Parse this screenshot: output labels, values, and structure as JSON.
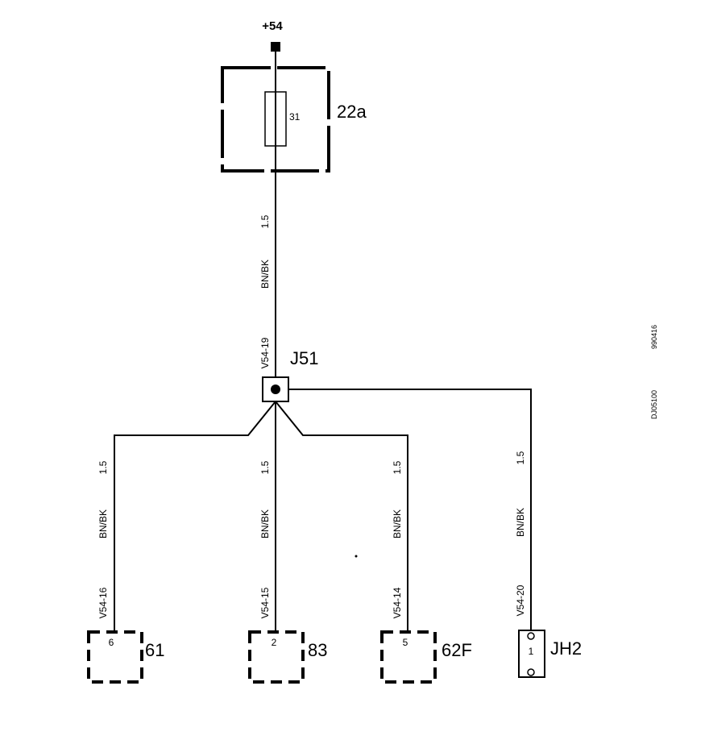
{
  "supply": {
    "label": "+54"
  },
  "fuse_box": {
    "label": "22a",
    "fuse_number": "31"
  },
  "wire_gauge": "1.5",
  "wire_color": "BN/BK",
  "junction": {
    "label": "J51",
    "pin": "V54-19"
  },
  "branches": [
    {
      "pin": "V54-16",
      "component_pin": "6",
      "component": "61"
    },
    {
      "pin": "V54-15",
      "component_pin": "2",
      "component": "83"
    },
    {
      "pin": "V54-14",
      "component_pin": "5",
      "component": "62F"
    },
    {
      "pin": "V54-20",
      "component_pin": "1",
      "component": "JH2"
    }
  ],
  "side_codes": [
    "990416",
    "DJ05100"
  ]
}
